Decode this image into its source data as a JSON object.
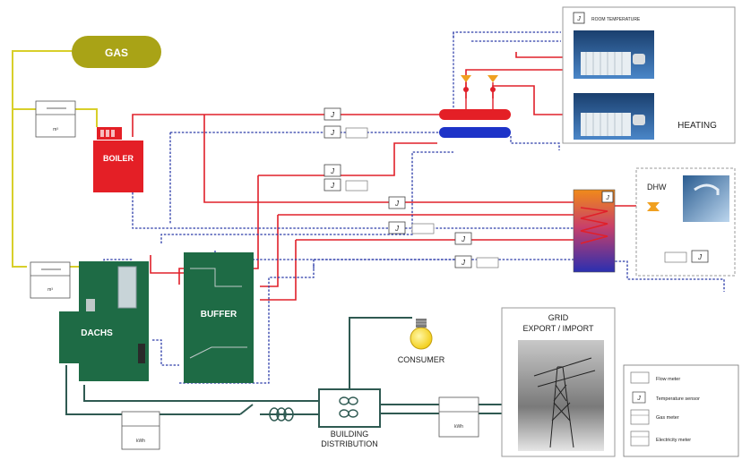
{
  "labels": {
    "gas": "GAS",
    "boiler": "BOILER",
    "dachs": "DACHS",
    "buffer": "BUFFER",
    "consumer": "CONSUMER",
    "building_distribution_line1": "BUILDING",
    "building_distribution_line2": "DISTRIBUTION",
    "grid_line1": "GRID",
    "grid_line2": "EXPORT / IMPORT",
    "heating": "HEATING",
    "dhw": "DHW",
    "room_temperature": "ROOM TEMPERATURE"
  },
  "meters": {
    "gas_meter_top_unit": "m³",
    "gas_meter_bottom_unit": "m³",
    "elec_meter_left_unit": "kWh",
    "elec_meter_right_unit": "kWh"
  },
  "sensor_symbol": "J",
  "legend": {
    "flow_meter": "Flow meter",
    "temperature_sensor": "Temperature sensor",
    "gas_meter": "Gas meter",
    "electricity_meter": "Electricity meter"
  },
  "colors": {
    "gas_line": "#d8cf2a",
    "gas_blob": "#a9a316",
    "hot_line": "#e0202a",
    "cold_line": "#2a3aa8",
    "boiler": "#e41f26",
    "dachs_green": "#1e6b45",
    "electric_line": "#2f5a52",
    "blue_manifold": "#1d33c8",
    "red_manifold": "#e41f26"
  }
}
